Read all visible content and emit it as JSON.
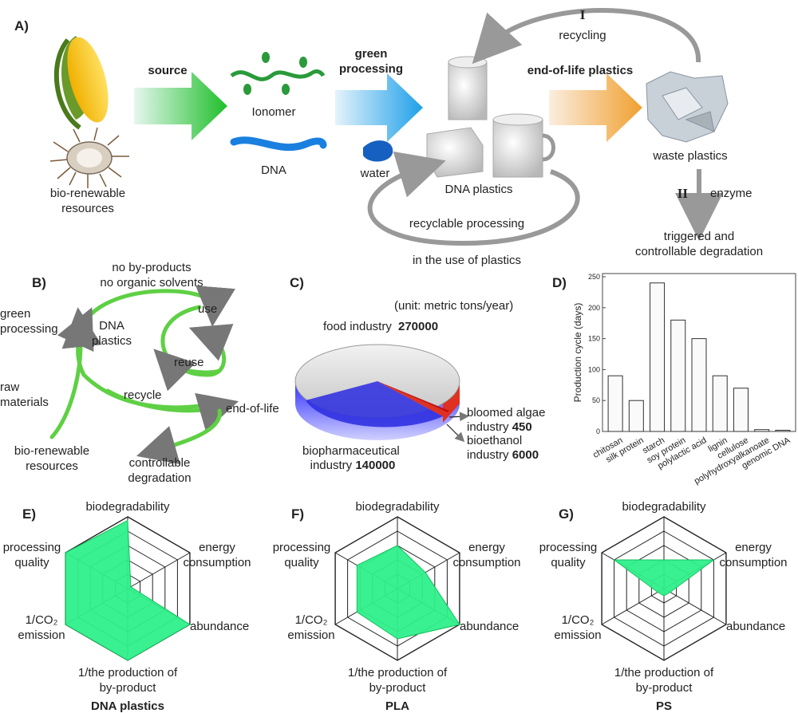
{
  "panel_a": {
    "letter": "A)",
    "sources": "bio-renewable\nresources",
    "arrow_source": "source",
    "ionomer": "Ionomer",
    "dna": "DNA",
    "arrow_green": "green\nprocessing",
    "water": "water",
    "dna_plastics": "DNA plastics",
    "arrow_eol": "end-of-life plastics",
    "waste": "waste plastics",
    "recycling_num": "I",
    "recycling": "recycling",
    "enzyme_num": "II",
    "enzyme": "enzyme",
    "triggered": "triggered and\ncontrollable degradation",
    "recyclable": "recyclable processing",
    "in_use": "in the use of plastics"
  },
  "panel_b": {
    "letter": "B)",
    "no_byproducts": "no by-products\nno organic solvents",
    "green_processing": "green\nprocessing",
    "dna_plastics": "DNA\nplastics",
    "use": "use",
    "reuse": "reuse",
    "raw_materials": "raw\nmaterials",
    "recycle": "recycle",
    "end_of_life": "end-of-life",
    "bio_renewable": "bio-renewable\nresources",
    "controllable": "controllable\ndegradation"
  },
  "panel_c": {
    "letter": "C)",
    "unit": "(unit: metric tons/year)",
    "food": "food industry",
    "food_val": "270000",
    "bloomed": "bloomed algae\nindustry",
    "bloomed_val": "450",
    "bioethanol": "bioethanol\nindustry",
    "bioethanol_val": "6000",
    "biopharma": "biopharmaceutical\nindustry",
    "biopharma_val": "140000",
    "colors": {
      "food": "#c8c8c8",
      "biopharma": "#2a2ae0",
      "bioethanol": "#e03020",
      "bloomed": "#e03020"
    }
  },
  "panel_d": {
    "letter": "D)"
  },
  "chart_data": {
    "type": "bar",
    "categories": [
      "chitosan",
      "silk protein",
      "starch",
      "soy protein",
      "polylactic acid",
      "lignin",
      "cellulose",
      "polyhydroxyalkanoate",
      "genomic DNA"
    ],
    "values": [
      90,
      50,
      240,
      180,
      150,
      90,
      70,
      3,
      2
    ],
    "xlabel": "",
    "ylabel": "Production cycle (days)",
    "ylim": [
      0,
      250
    ],
    "yticks": [
      0,
      50,
      100,
      150,
      200,
      250
    ],
    "grid": false
  },
  "radar": {
    "axes": {
      "top": "biodegradability",
      "right_top": "energy\nconsumption",
      "right_bottom": "abundance",
      "bottom": "1/the production of\nby-product",
      "left_bottom": "1/CO₂\nemission",
      "left_top": "processing\nquality"
    },
    "levels": 5,
    "fill": "#2ef08a",
    "charts": [
      {
        "letter": "E)",
        "title": "DNA plastics",
        "values": [
          0.95,
          0.05,
          1.0,
          1.0,
          1.0,
          1.0
        ]
      },
      {
        "letter": "F)",
        "title": "PLA",
        "values": [
          0.6,
          0.45,
          1.0,
          0.7,
          0.65,
          0.65
        ]
      },
      {
        "letter": "G)",
        "title": "PS",
        "values": [
          0.4,
          0.8,
          0.1,
          0.1,
          0.1,
          0.8
        ]
      }
    ]
  }
}
